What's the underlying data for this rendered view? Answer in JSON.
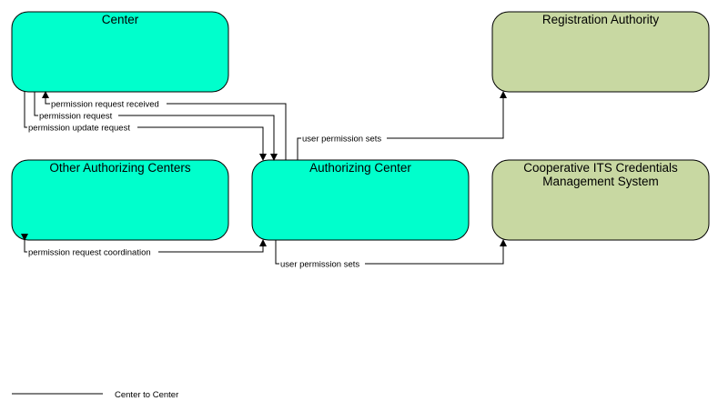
{
  "colors": {
    "center_fill": "#00FFCC",
    "support_fill": "#C8D8A2",
    "stroke": "#000000"
  },
  "nodes": {
    "center": {
      "label": "Center"
    },
    "registration": {
      "label": "Registration Authority"
    },
    "other_centers": {
      "label": "Other Authorizing Centers"
    },
    "authorizing": {
      "label": "Authorizing Center"
    },
    "scms": {
      "label_line1": "Cooperative ITS Credentials",
      "label_line2": "Management System"
    }
  },
  "flows": {
    "perm_req_received": "permission request received",
    "perm_req": "permission request",
    "perm_update_req": "permission update request",
    "user_perm_sets_ra": "user permission sets",
    "perm_req_coord": "permission request coordination",
    "user_perm_sets_scms": "user permission sets"
  },
  "legend": {
    "center_to_center": "Center to Center"
  }
}
